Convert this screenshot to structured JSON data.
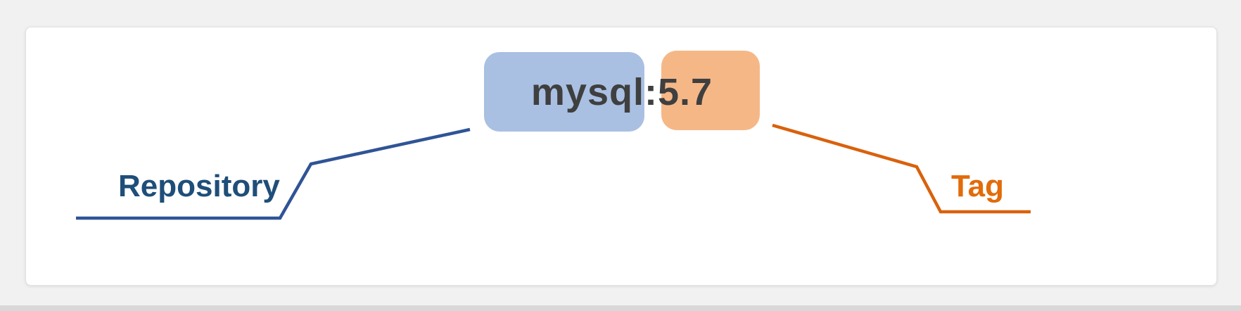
{
  "diagram": {
    "image_reference": {
      "repository": "mysql",
      "separator": ":",
      "tag": "5.7",
      "full_text": "mysql:5.7"
    },
    "labels": {
      "repository": "Repository",
      "tag": "Tag"
    },
    "colors": {
      "repository_box_fill": "#a9c0e2",
      "tag_box_fill": "#f6b787",
      "repository_line": "#2f5496",
      "tag_line": "#d9610c",
      "repository_label_text": "#1f4e79",
      "tag_label_text": "#e26b0a",
      "image_text": "#3f3f3f"
    }
  }
}
